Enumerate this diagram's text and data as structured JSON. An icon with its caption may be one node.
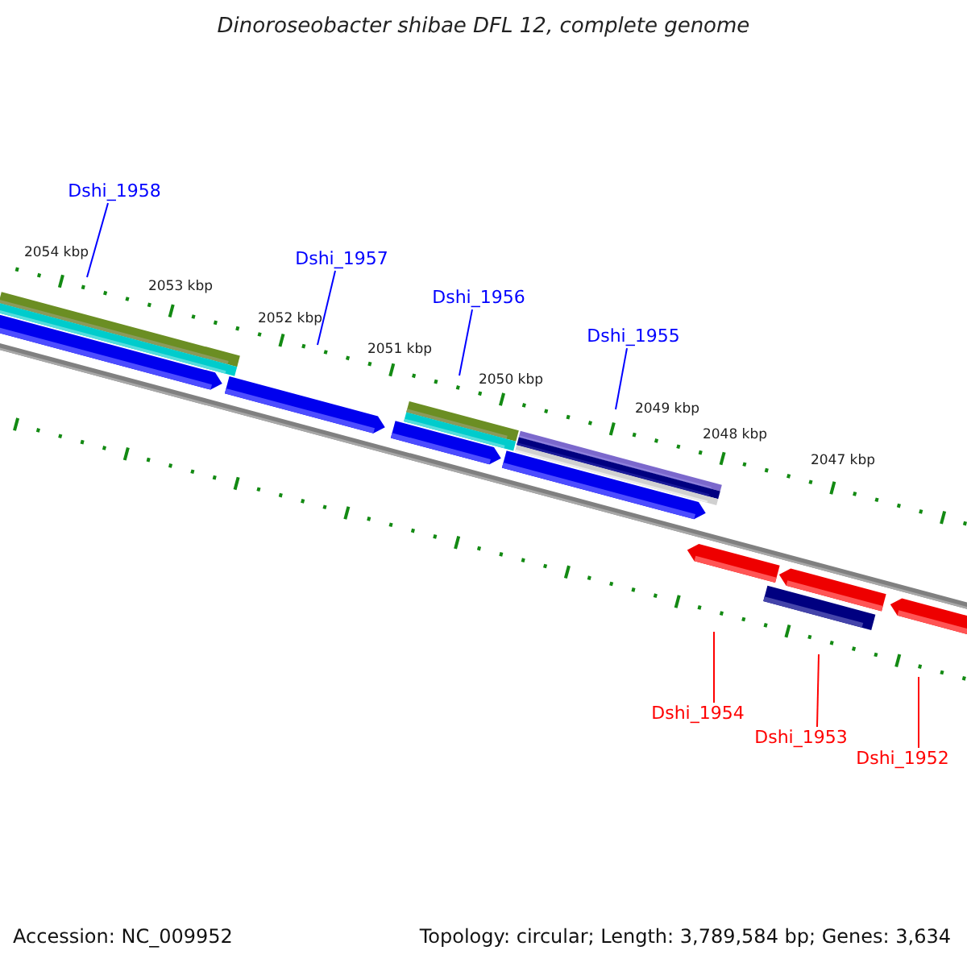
{
  "diagram": {
    "title": "Dinoroseobacter shibae DFL 12, complete genome",
    "nodes": [
      {
        "text": [
          "Dshi_1958"
        ]
      },
      {
        "text": [
          "Dshi_1957"
        ]
      },
      {
        "text": [
          "Dshi_1956"
        ]
      },
      {
        "text": [
          "Dshi_1955"
        ]
      },
      {
        "text": [
          "Dshi_1954"
        ]
      },
      {
        "text": [
          "Dshi_1953"
        ]
      },
      {
        "text": [
          "Dshi_1952"
        ]
      }
    ],
    "edges": [
      {
        "from": 0,
        "to": null,
        "arrow": "none"
      },
      {
        "from": 1,
        "to": null,
        "arrow": "none"
      },
      {
        "from": 2,
        "to": null,
        "arrow": "none"
      },
      {
        "from": 3,
        "to": null,
        "arrow": "none"
      },
      {
        "from": 4,
        "to": null,
        "arrow": "none",
        "color": "#ff0000"
      },
      {
        "from": 5,
        "to": null,
        "arrow": "none",
        "color": "#ff0000"
      },
      {
        "from": 6,
        "to": null,
        "arrow": "none",
        "color": "#ff0000"
      }
    ],
    "labels": [
      "2054 kbp",
      "2053 kbp",
      "2052 kbp",
      "2051 kbp",
      "2050 kbp",
      "2049 kbp",
      "2048 kbp",
      "2047 kbp",
      "Accession: NC_009952",
      "Topology: circular; Length: 3,789,584 bp; Genes: 3,634"
    ]
  }
}
